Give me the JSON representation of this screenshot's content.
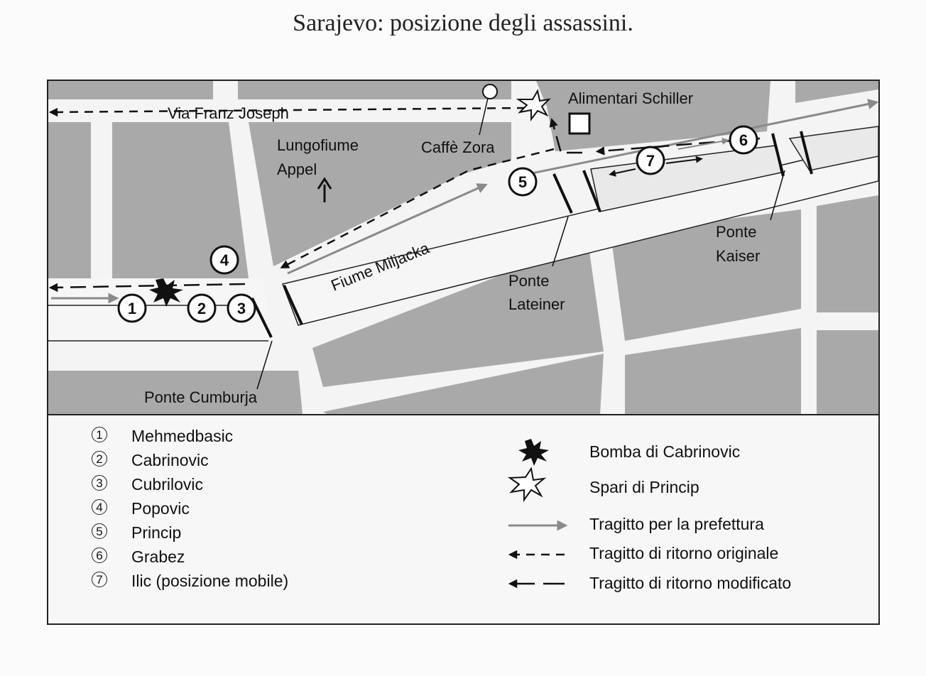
{
  "title": "Sarajevo: posizione degli assassini.",
  "map": {
    "labels": {
      "street": "Via Franz Joseph",
      "shop": "Alimentari Schiller",
      "cafe": "Caffè Zora",
      "embankment": "Lungofiume\nAppel",
      "embankment_line1": "Lungofiume",
      "embankment_line2": "Appel",
      "river": "Fiume Miljacka",
      "bridge_cumburja": "Ponte Cumburja",
      "bridge_lateiner_line1": "Ponte",
      "bridge_lateiner_line2": "Lateiner",
      "bridge_kaiser_line1": "Ponte",
      "bridge_kaiser_line2": "Kaiser"
    },
    "markers": [
      "1",
      "2",
      "3",
      "4",
      "5",
      "6",
      "7"
    ]
  },
  "legend": {
    "assassins": [
      {
        "num": "1",
        "name": "Mehmedbasic"
      },
      {
        "num": "2",
        "name": "Cabrinovic"
      },
      {
        "num": "3",
        "name": "Cubrilovic"
      },
      {
        "num": "4",
        "name": "Popovic"
      },
      {
        "num": "5",
        "name": "Princip"
      },
      {
        "num": "6",
        "name": "Grabez"
      },
      {
        "num": "7",
        "name": "Ilic (posizione mobile)"
      }
    ],
    "symbols": [
      {
        "icon": "bomb-icon",
        "label": "Bomba di Cabrinovic"
      },
      {
        "icon": "shots-icon",
        "label": "Spari di Princip"
      },
      {
        "icon": "gray-arrow-icon",
        "label": "Tragitto per la prefettura"
      },
      {
        "icon": "short-dash-arrow-icon",
        "label": "Tragitto di ritorno originale"
      },
      {
        "icon": "long-dash-arrow-icon",
        "label": "Tragitto di ritorno modificato"
      }
    ]
  },
  "colors": {
    "block": "#a9a9a9",
    "street": "#f4f4f4",
    "route_gray": "#8a8a8a",
    "ink": "#111111"
  }
}
